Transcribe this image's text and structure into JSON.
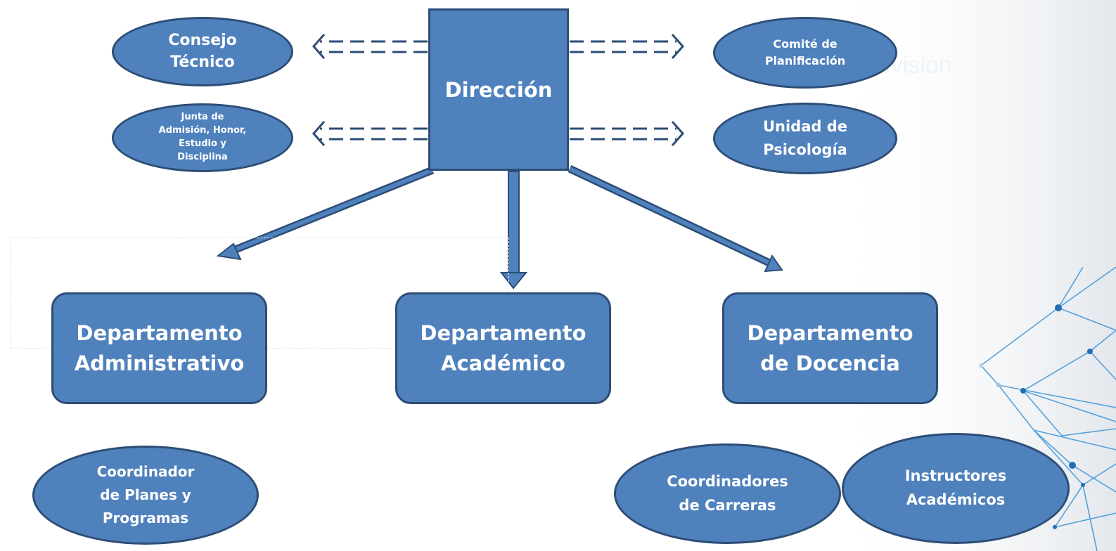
{
  "slide": {
    "background_title_fragment": "ción y Revisión"
  },
  "diagram": {
    "nodes": {
      "direccion": "Dirección",
      "consejo": "Consejo\nTécnico",
      "junta": "Junta de\nAdmisión, Honor,\nEstudio y\nDisciplina",
      "comite": "Comité de\nPlanificación",
      "psicologia": "Unidad de\nPsicología",
      "dep_admin": "Departamento\nAdministrativo",
      "dep_acad": "Departamento\nAcadémico",
      "dep_doc": "Departamento\nde Docencia",
      "coord_planes": "Coordinador\nde Planes y\nProgramas",
      "coord_carreras": "Coordinadores\nde Carreras",
      "instructores": "Instructores\nAcadémicos"
    },
    "colors": {
      "fill": "#4f81bd",
      "border": "#2c4d75",
      "text": "#ffffff",
      "network": "#2f8fd6"
    }
  }
}
